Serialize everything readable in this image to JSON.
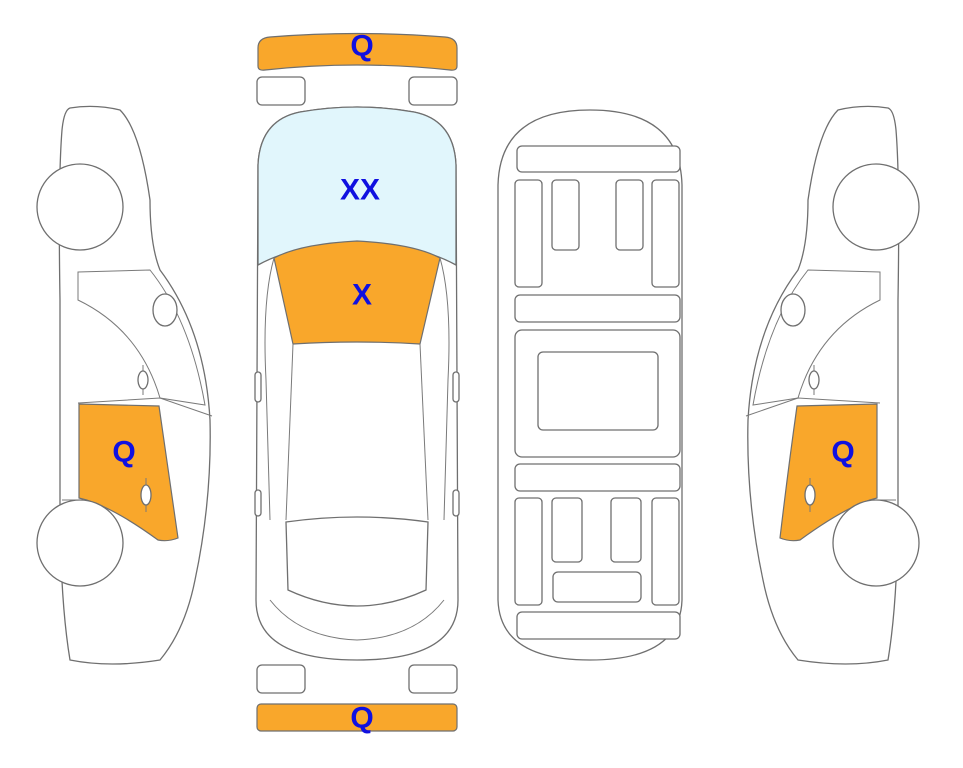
{
  "colors": {
    "damage_fill": "#f9a72b",
    "glass_fill": "#e1f6fc",
    "label_color": "#1010e0",
    "outline": "#6f6f6f"
  },
  "panels": {
    "front_bumper": {
      "code": "Q"
    },
    "windshield": {
      "code": "XX"
    },
    "hood": {
      "code": "X"
    },
    "left_front_door": {
      "code": "Q"
    },
    "right_front_door": {
      "code": "Q"
    },
    "rear_bumper": {
      "code": "Q"
    }
  }
}
